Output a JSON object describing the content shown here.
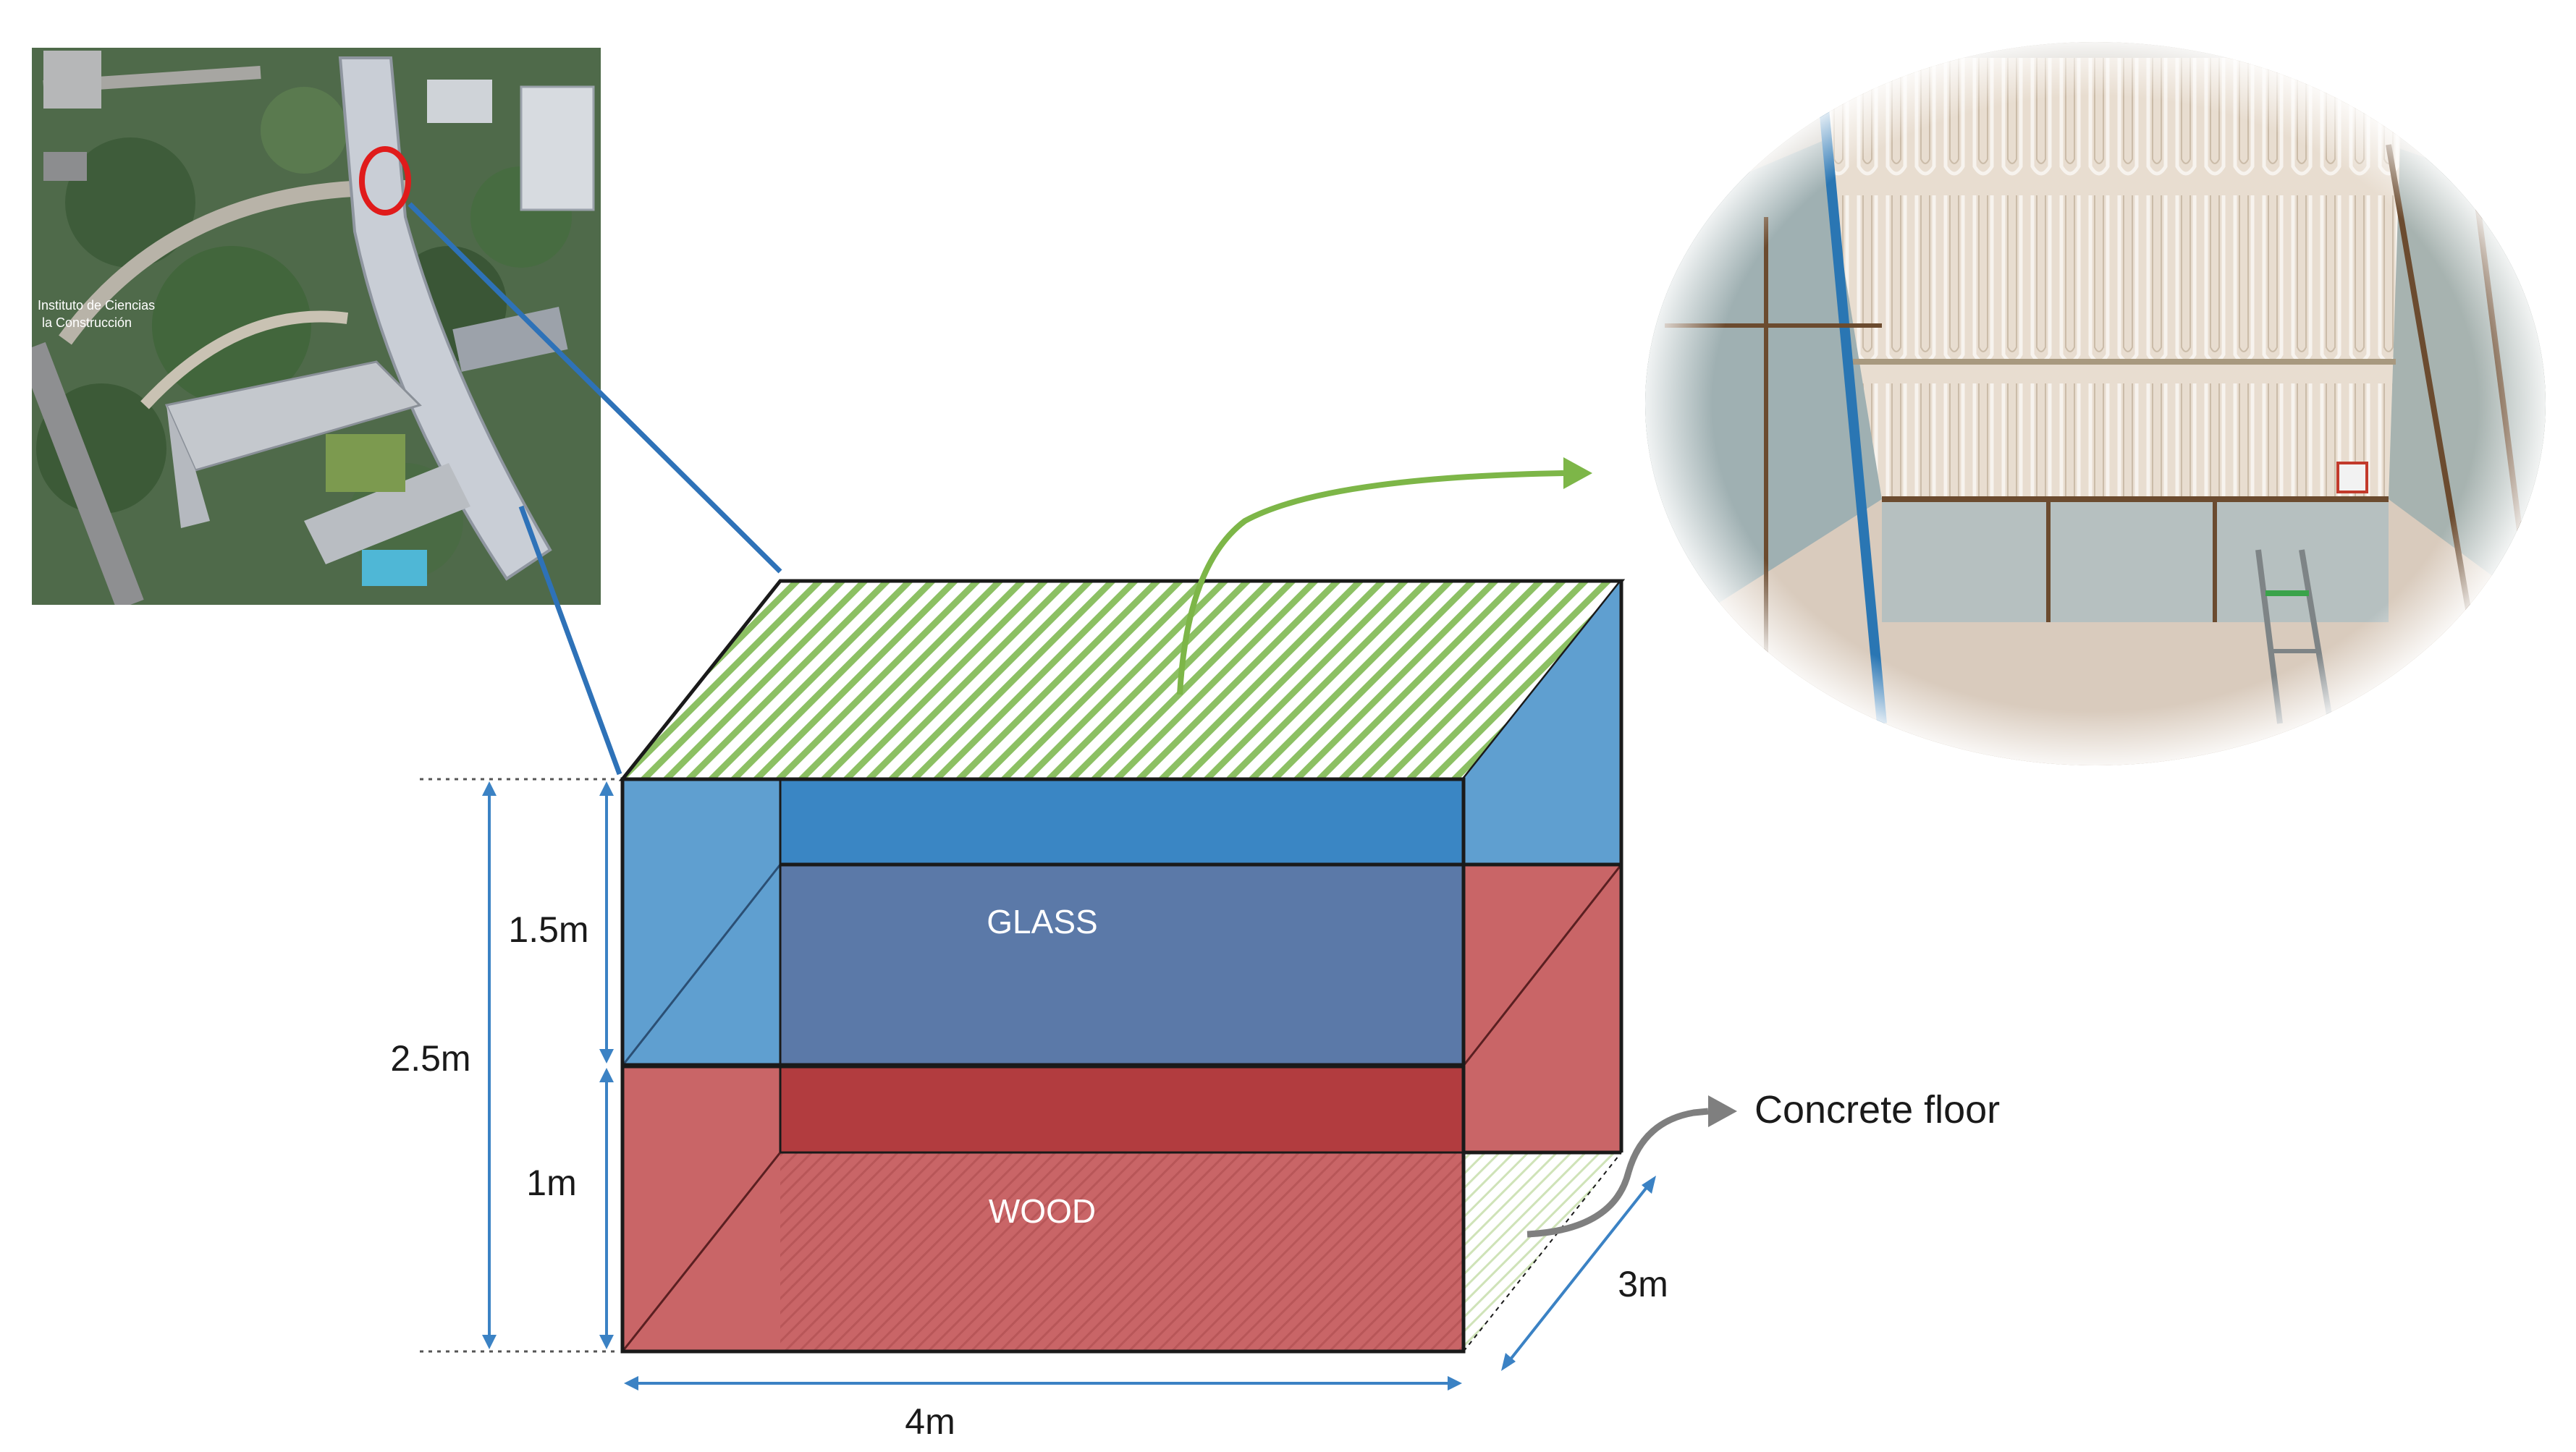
{
  "labels": {
    "glass": "GLASS",
    "wood": "WOOD",
    "concrete_floor": "Concrete floor"
  },
  "dimensions": {
    "total_height": "2.5m",
    "glass_height": "1.5m",
    "wood_height": "1m",
    "width": "4m",
    "depth": "3m"
  },
  "photos": {
    "aerial_text_1": "Instituto de Ciencias",
    "aerial_text_2": "la Construcción"
  },
  "colors": {
    "glass_light": "#5f9fd0",
    "glass_mid": "#3a86c4",
    "glass_back": "#5b79a8",
    "wood_light": "#c96567",
    "wood_dark": "#b23c3f",
    "roof_hatch": "#8cc063",
    "dimension_line": "#3b82c4",
    "pointer_line": "#2e72b8",
    "ceiling_arrow": "#7db648",
    "floor_arrow": "#7f7f7f",
    "marker_circle": "#e01b1b"
  }
}
